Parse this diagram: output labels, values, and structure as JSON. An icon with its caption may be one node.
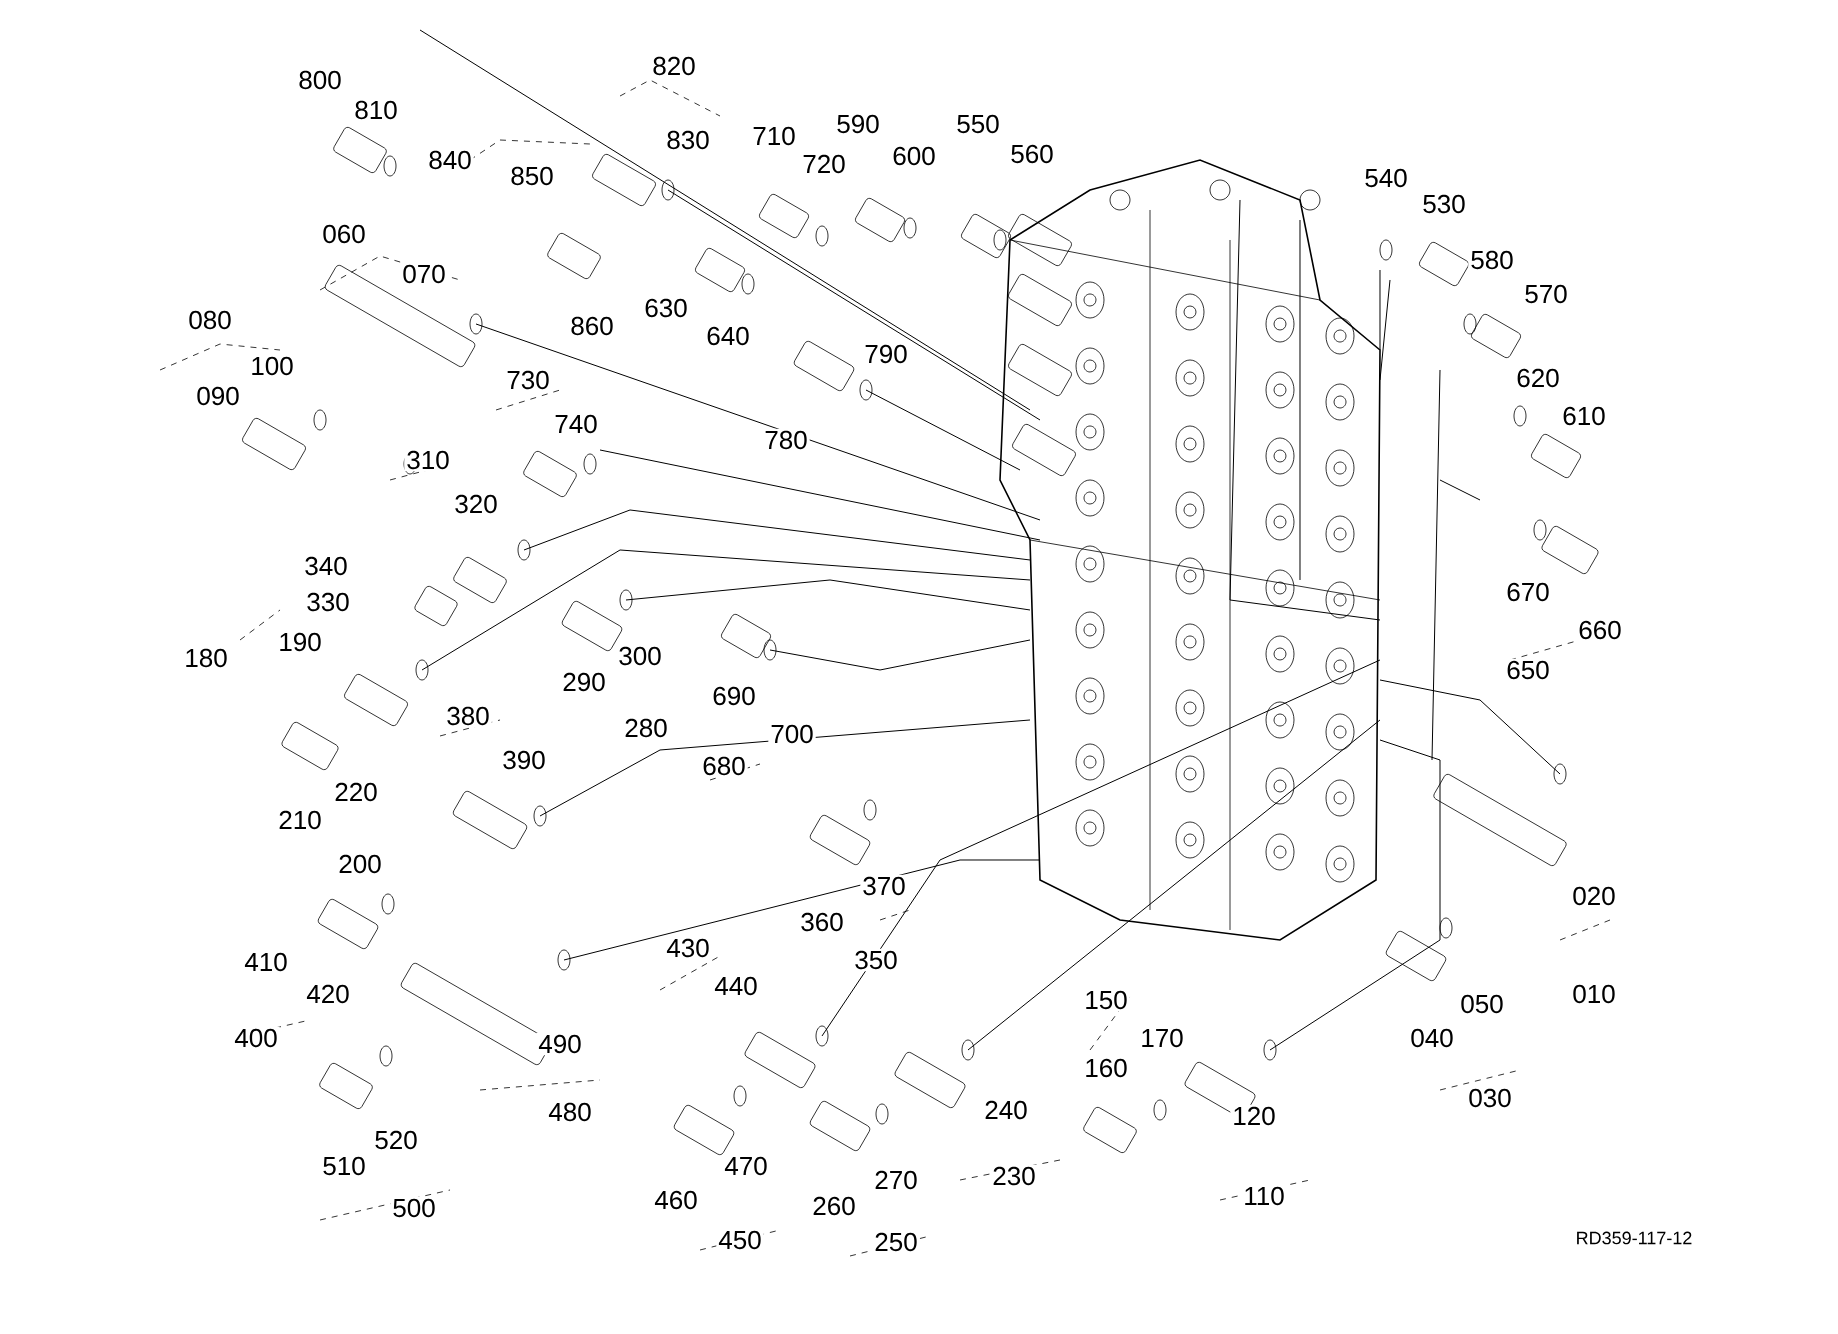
{
  "diagram": {
    "labels": [
      "800",
      "810",
      "820",
      "830",
      "840",
      "850",
      "710",
      "720",
      "590",
      "600",
      "550",
      "560",
      "540",
      "530",
      "580",
      "570",
      "060",
      "070",
      "860",
      "630",
      "640",
      "790",
      "780",
      "620",
      "610",
      "080",
      "100",
      "090",
      "730",
      "740",
      "310",
      "320",
      "340",
      "330",
      "670",
      "660",
      "650",
      "180",
      "190",
      "300",
      "290",
      "690",
      "700",
      "280",
      "680",
      "380",
      "390",
      "220",
      "210",
      "200",
      "370",
      "360",
      "350",
      "020",
      "010",
      "410",
      "420",
      "400",
      "430",
      "440",
      "050",
      "040",
      "030",
      "490",
      "480",
      "150",
      "170",
      "160",
      "120",
      "110",
      "240",
      "230",
      "260",
      "270",
      "250",
      "460",
      "470",
      "450",
      "510",
      "520",
      "500",
      "RD359-117-12"
    ]
  }
}
